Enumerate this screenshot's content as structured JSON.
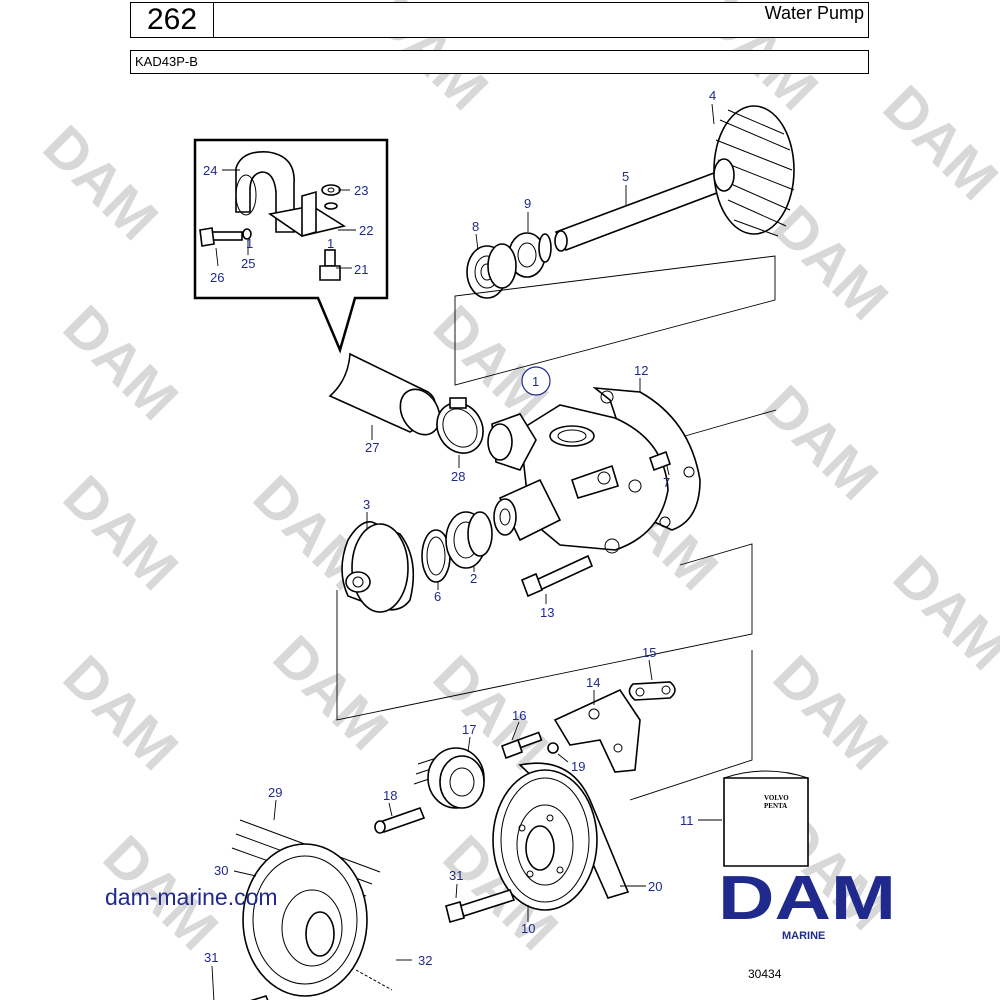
{
  "header": {
    "page_number": "262",
    "title": "Water Pump",
    "model": "KAD43P-B"
  },
  "watermark": {
    "text": "DAM"
  },
  "callouts": {
    "c1": "1",
    "c1a": "1",
    "c1b": "1",
    "c2": "2",
    "c3": "3",
    "c4": "4",
    "c5": "5",
    "c6": "6",
    "c7": "7",
    "c8": "8",
    "c9": "9",
    "c10": "10",
    "c11": "11",
    "c12": "12",
    "c13": "13",
    "c14": "14",
    "c15": "15",
    "c16": "16",
    "c17": "17",
    "c18": "18",
    "c19": "19",
    "c20": "20",
    "c21": "21",
    "c22": "22",
    "c23": "23",
    "c24": "24",
    "c25": "25",
    "c26": "26",
    "c27": "27",
    "c28": "28",
    "c29": "29",
    "c30": "30",
    "c31a": "31",
    "c31b": "31",
    "c32": "32"
  },
  "kit_box": {
    "brand_line1": "VOLVO",
    "brand_line2": "PENTA"
  },
  "footer": {
    "site_url": "dam-marine.com",
    "brand_logo": "DAM",
    "brand_sub": "MARINE",
    "reference": "30434"
  },
  "colors": {
    "callout": "#1f2a8c",
    "brand": "#1f2a8c",
    "watermark": "#d8d8d8"
  }
}
